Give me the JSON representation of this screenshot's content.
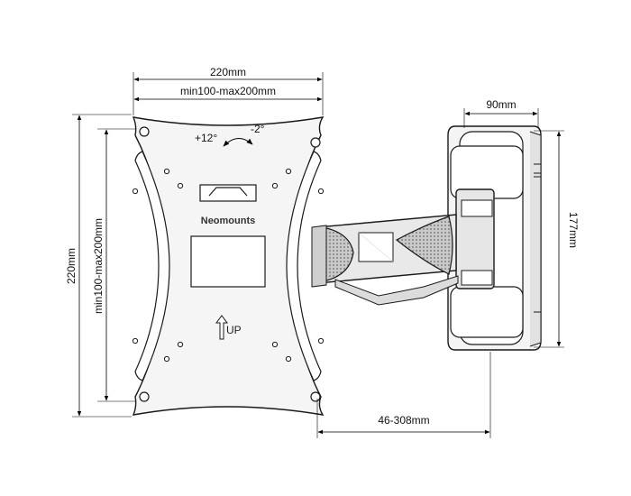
{
  "dimensions": {
    "plate_width": "220mm",
    "vesa_width": "min100-max200mm",
    "plate_height": "220mm",
    "vesa_height": "min100-max200mm",
    "wall_plate_width": "90mm",
    "wall_plate_height": "177mm",
    "arm_reach": "46-308mm"
  },
  "tilt": {
    "forward": "+12°",
    "backward": "-2°"
  },
  "brand": "Neomounts",
  "up_label": "UP"
}
